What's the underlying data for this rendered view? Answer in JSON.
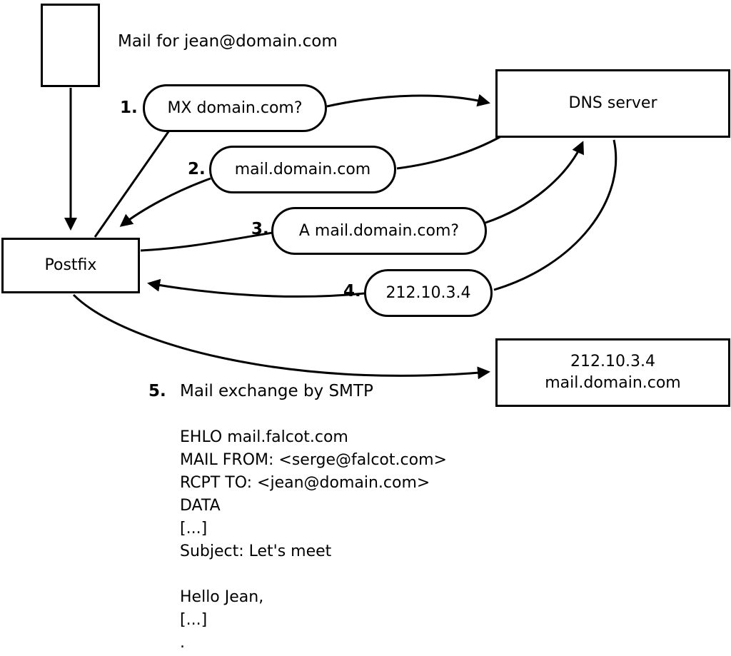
{
  "diagram": {
    "mail_label": "Mail for jean@domain.com",
    "postfix_box": "Postfix",
    "dns_box": "DNS server",
    "target_box": {
      "line1": "212.10.3.4",
      "line2": "mail.domain.com"
    },
    "steps": [
      {
        "num": "1.",
        "label": "MX domain.com?"
      },
      {
        "num": "2.",
        "label": "mail.domain.com"
      },
      {
        "num": "3.",
        "label": "A mail.domain.com?"
      },
      {
        "num": "4.",
        "label": "212.10.3.4"
      },
      {
        "num": "5.",
        "label": "Mail exchange by SMTP"
      }
    ],
    "smtp_session": [
      "EHLO mail.falcot.com",
      "MAIL FROM: <serge@falcot.com>",
      "RCPT TO: <jean@domain.com>",
      "DATA",
      "[...]",
      "Subject: Let's meet",
      "",
      "Hello Jean,",
      "[...]",
      "."
    ]
  }
}
